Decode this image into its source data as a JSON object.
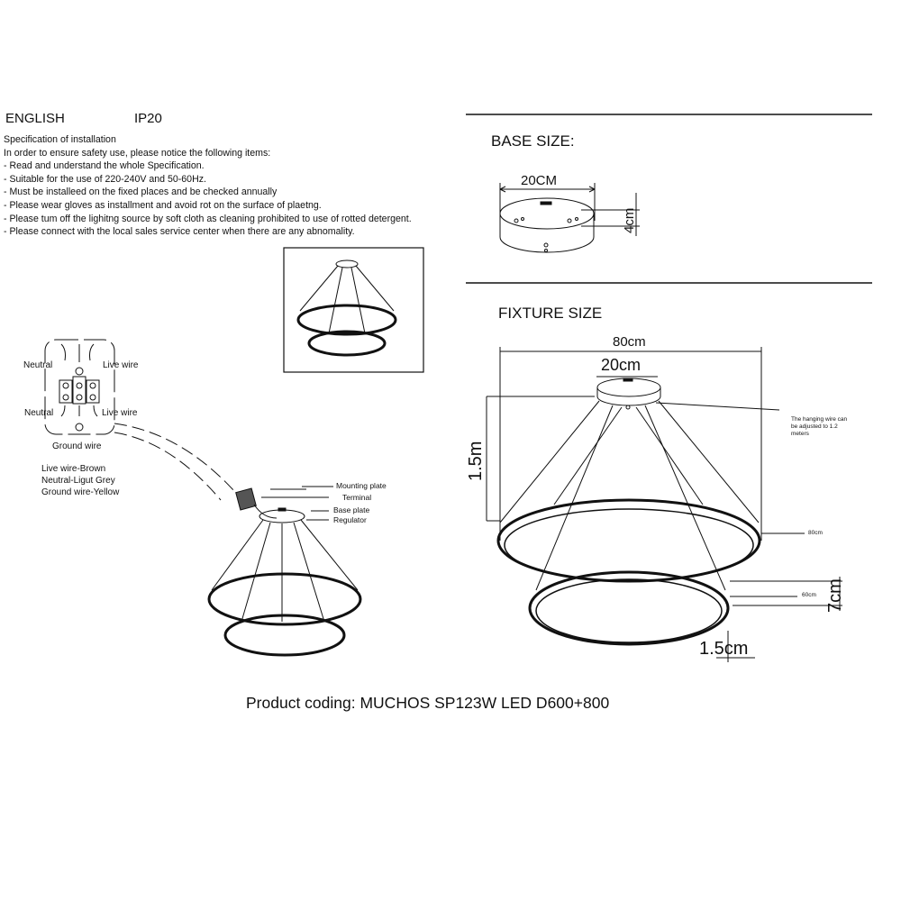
{
  "header": {
    "language": "ENGLISH",
    "ip_rating": "IP20"
  },
  "instructions": {
    "title": "Specification of installation",
    "intro": "In order to ensure safety use, please notice the following items:",
    "items": [
      "- Read and understand the whole Specification.",
      "- Suitable for the use of 220-240V and 50-60Hz.",
      "- Must be installeed on the fixed places and be checked annually",
      "- Please wear gloves as installment and avoid rot on the surface of plaetng.",
      "- Please tum off the lighitng source by soft cloth as cleaning prohibited to use of rotted detergent.",
      "- Please connect with the local sales service center when there are any abnomality."
    ]
  },
  "wiring": {
    "neutral_top": "Neutral",
    "live_top": "Live wire",
    "neutral_bottom": "Neutral",
    "live_bottom": "Live wire",
    "ground": "Ground wire",
    "legend": [
      "Live wire-Brown",
      "Neutral-Ligut Grey",
      "Ground wire-Yellow"
    ]
  },
  "assembly": {
    "labels": [
      "Mounting plate",
      "Terminal",
      "Base plate",
      "Regulator"
    ]
  },
  "base_size": {
    "title": "BASE SIZE:",
    "width": "20CM",
    "height": "4cm"
  },
  "fixture_size": {
    "title": "FIXTURE SIZE",
    "overall_width": "80cm",
    "canopy_width": "20cm",
    "hang_height": "1.5m",
    "note": [
      "The hanging wire can",
      "be adjusted to 1.2",
      "meters"
    ],
    "outer_ring": "80cm",
    "inner_ring": "60cm",
    "ring_height": "7cm",
    "ring_depth": "1.5cm"
  },
  "product_coding": "Product coding: MUCHOS SP123W LED D600+800"
}
